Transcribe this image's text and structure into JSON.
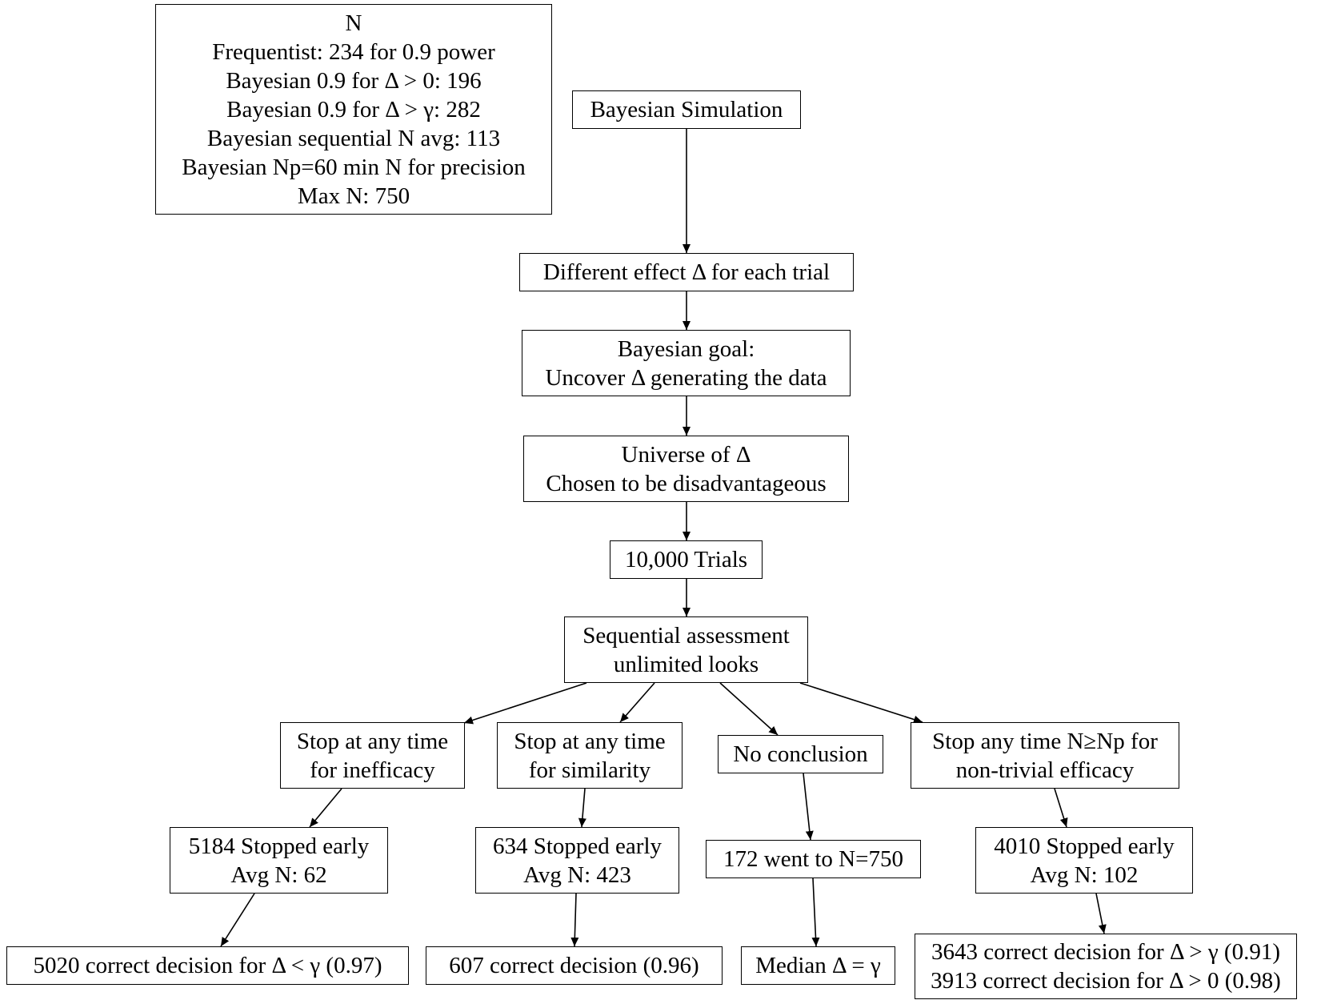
{
  "diagram": {
    "nodes": [
      {
        "id": "n-summary",
        "lines": [
          "N",
          "Frequentist: 234 for 0.9 power",
          "Bayesian 0.9 for Δ > 0: 196",
          "Bayesian 0.9 for Δ > γ: 282",
          "Bayesian sequential N avg: 113",
          "Bayesian Np=60 min N for precision",
          "Max N: 750"
        ]
      },
      {
        "id": "n-sim",
        "lines": [
          "Bayesian Simulation"
        ]
      },
      {
        "id": "n-effect",
        "lines": [
          "Different effect Δ for each trial"
        ]
      },
      {
        "id": "n-goal",
        "lines": [
          "Bayesian goal:",
          "Uncover Δ generating the data"
        ]
      },
      {
        "id": "n-universe",
        "lines": [
          "Universe of Δ",
          "Chosen to be disadvantageous"
        ]
      },
      {
        "id": "n-trials",
        "lines": [
          "10,000 Trials"
        ]
      },
      {
        "id": "n-seq",
        "lines": [
          "Sequential assessment",
          "unlimited looks"
        ]
      },
      {
        "id": "n-ineff",
        "lines": [
          "Stop at any time",
          "for inefficacy"
        ]
      },
      {
        "id": "n-sim2",
        "lines": [
          "Stop at any time",
          "for similarity"
        ]
      },
      {
        "id": "n-nocon",
        "lines": [
          "No conclusion"
        ]
      },
      {
        "id": "n-eff",
        "lines": [
          "Stop any time N≥Np for",
          "non-trivial efficacy"
        ]
      },
      {
        "id": "n-ineff-stop",
        "lines": [
          "5184 Stopped early",
          "Avg N: 62"
        ]
      },
      {
        "id": "n-sim2-stop",
        "lines": [
          "634 Stopped early",
          "Avg N: 423"
        ]
      },
      {
        "id": "n-nocon-750",
        "lines": [
          "172 went to N=750"
        ]
      },
      {
        "id": "n-eff-stop",
        "lines": [
          "4010 Stopped early",
          "Avg N: 102"
        ]
      },
      {
        "id": "n-ineff-dec",
        "lines": [
          "5020 correct decision for Δ < γ (0.97)"
        ]
      },
      {
        "id": "n-sim2-dec",
        "lines": [
          "607 correct decision (0.96)"
        ]
      },
      {
        "id": "n-nocon-med",
        "lines": [
          "Median Δ = γ"
        ]
      },
      {
        "id": "n-eff-dec",
        "lines": [
          "3643 correct decision for Δ > γ (0.91)",
          "3913 correct decision for Δ > 0 (0.98)"
        ]
      }
    ],
    "edges": [
      {
        "from": "n-sim",
        "to": "n-effect"
      },
      {
        "from": "n-effect",
        "to": "n-goal"
      },
      {
        "from": "n-goal",
        "to": "n-universe"
      },
      {
        "from": "n-universe",
        "to": "n-trials"
      },
      {
        "from": "n-trials",
        "to": "n-seq"
      },
      {
        "from": "n-seq",
        "to": "n-ineff"
      },
      {
        "from": "n-seq",
        "to": "n-sim2"
      },
      {
        "from": "n-seq",
        "to": "n-nocon"
      },
      {
        "from": "n-seq",
        "to": "n-eff"
      },
      {
        "from": "n-ineff",
        "to": "n-ineff-stop"
      },
      {
        "from": "n-sim2",
        "to": "n-sim2-stop"
      },
      {
        "from": "n-nocon",
        "to": "n-nocon-750"
      },
      {
        "from": "n-eff",
        "to": "n-eff-stop"
      },
      {
        "from": "n-ineff-stop",
        "to": "n-ineff-dec"
      },
      {
        "from": "n-sim2-stop",
        "to": "n-sim2-dec"
      },
      {
        "from": "n-nocon-750",
        "to": "n-nocon-med"
      },
      {
        "from": "n-eff-stop",
        "to": "n-eff-dec"
      }
    ]
  }
}
